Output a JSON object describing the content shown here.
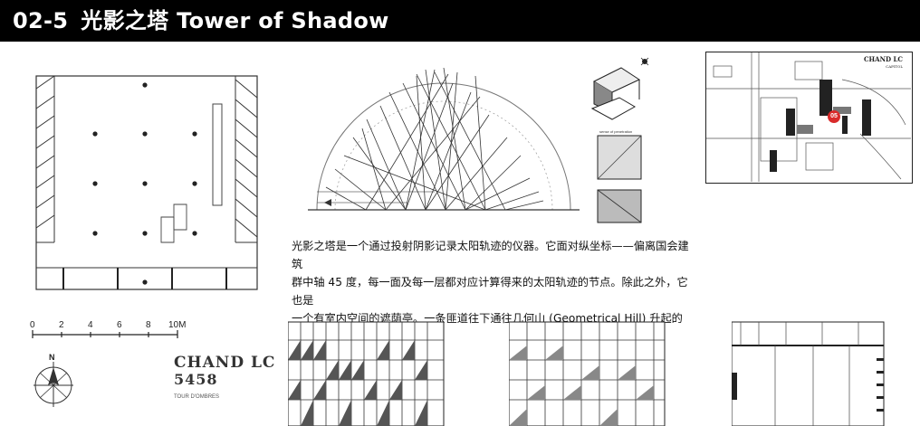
{
  "header": {
    "number": "02-5",
    "title": "光影之塔 Tower of Shadow"
  },
  "description": {
    "line1": "光影之塔是一个通过投射阴影记录太阳轨迹的仪器。它面对纵坐标——偏离国会建筑",
    "line2": "群中轴 45 度，每一面及每一层都对应计算得来的太阳轨迹的节点。除此之外，它也是",
    "line3": "一个有室内空间的遮荫亭。一条匪道往下通往几何山 (Geometrical Hill) 升起的起点。"
  },
  "plan": {
    "scale_labels": [
      "0",
      "2",
      "4",
      "6",
      "8",
      "10M"
    ],
    "north_label": "N"
  },
  "stamp": {
    "line1": "CHAND LC",
    "line2": "5458",
    "small": "TOUR D'OMBRES"
  },
  "map": {
    "badge": "05",
    "title": "CHAND LC",
    "subtitle": "CAPITOL"
  },
  "diagram": {
    "small_label": "sense of penetration"
  }
}
